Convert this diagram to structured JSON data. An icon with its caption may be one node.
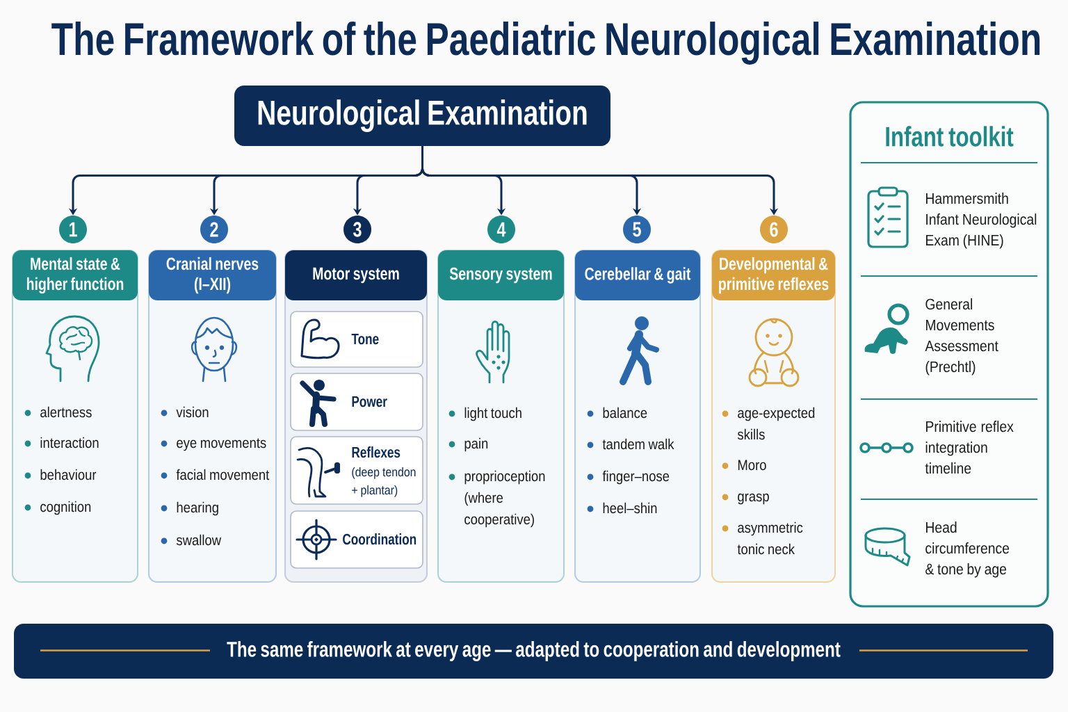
{
  "diagram": {
    "title": "The Framework of the Paediatric Neurological Examination",
    "nodes": [
      {
        "text": [
          "Neurological Examination"
        ]
      },
      {
        "text": [
          "1"
        ]
      },
      {
        "text": [
          "2"
        ]
      },
      {
        "text": [
          "3"
        ]
      },
      {
        "text": [
          "4"
        ]
      },
      {
        "text": [
          "5"
        ]
      },
      {
        "text": [
          "6"
        ]
      },
      {
        "text": [
          "Mental state & higher function",
          "alertness",
          "interaction",
          "behaviour",
          "cognition"
        ]
      },
      {
        "text": [
          "Cranial nerves (I–XII)",
          "vision",
          "eye movements",
          "facial movement",
          "hearing",
          "swallow"
        ]
      },
      {
        "text": [
          "Motor system"
        ]
      },
      {
        "text": [
          "Tone"
        ],
        "in": 9
      },
      {
        "text": [
          "Power"
        ],
        "in": 9
      },
      {
        "text": [
          "Reflexes",
          "(deep tendon + plantar)"
        ],
        "in": 9
      },
      {
        "text": [
          "Coordination"
        ],
        "in": 9
      },
      {
        "text": [
          "Sensory system",
          "light touch",
          "pain",
          "proprioception (where cooperative)"
        ]
      },
      {
        "text": [
          "Cerebellar & gait",
          "balance",
          "tandem walk",
          "finger–nose",
          "heel–shin"
        ]
      },
      {
        "text": [
          "Developmental & primitive reflexes",
          "age-expected skills",
          "Moro",
          "grasp",
          "asymmetric tonic neck"
        ]
      },
      {
        "text": [
          "Infant toolkit",
          "Hammersmith Infant Neurological Exam (HINE)",
          "General Movements Assessment (Prechtl)",
          "Primitive reflex integration timeline",
          "Head circumference & tone by age"
        ]
      },
      {
        "text": [
          "The same framework at every age — adapted to cooperation and development"
        ]
      }
    ],
    "edges": [
      {
        "from": 0,
        "to": 1,
        "arrow": "to"
      },
      {
        "from": 0,
        "to": 2,
        "arrow": "to"
      },
      {
        "from": 0,
        "to": 3,
        "arrow": "to"
      },
      {
        "from": 0,
        "to": 4,
        "arrow": "to"
      },
      {
        "from": 0,
        "to": 5,
        "arrow": "to"
      },
      {
        "from": 0,
        "to": 6,
        "arrow": "to"
      }
    ]
  }
}
